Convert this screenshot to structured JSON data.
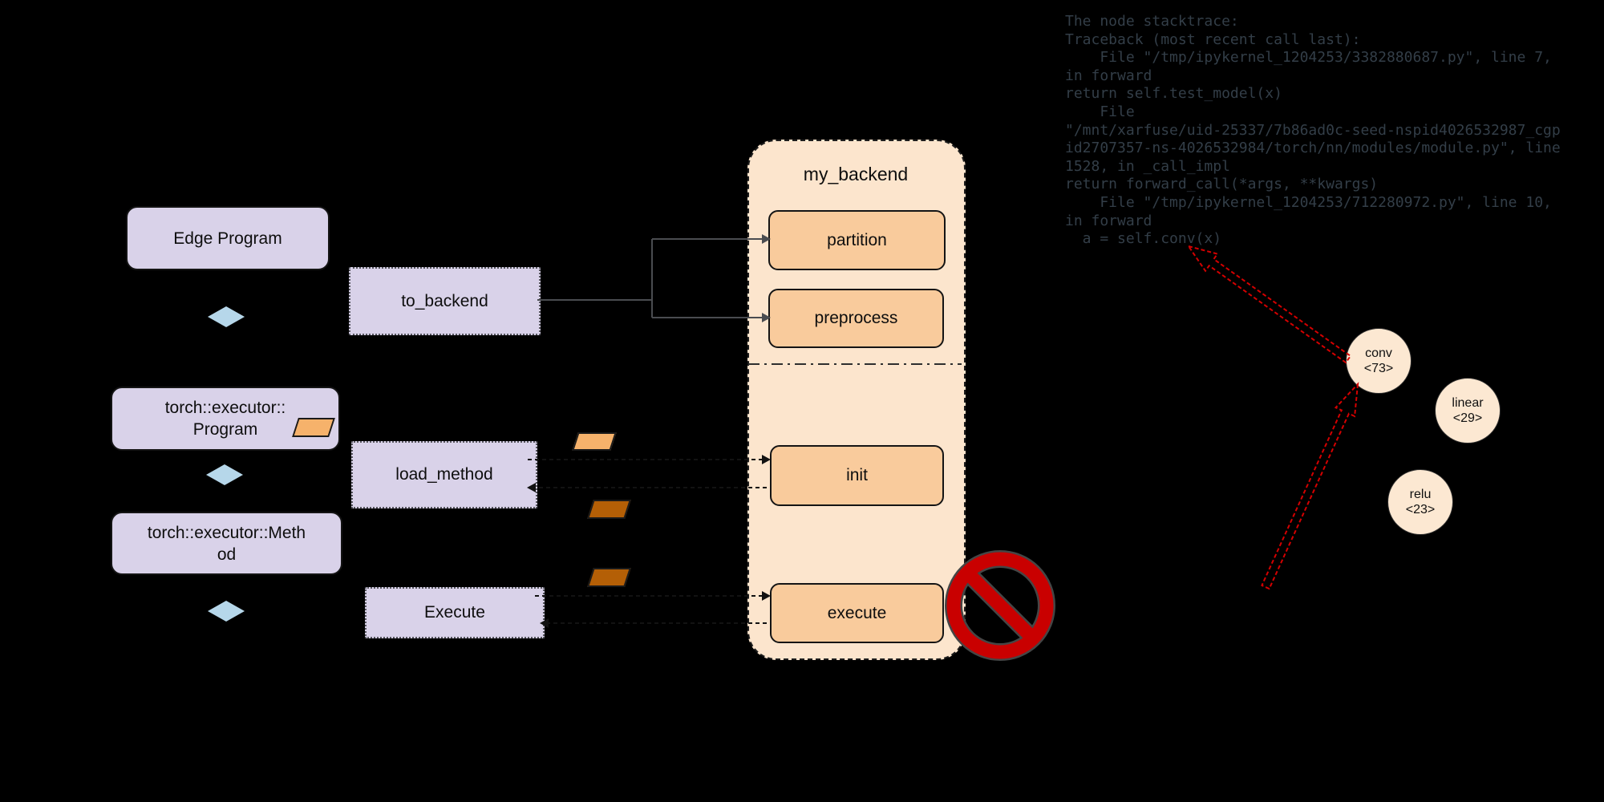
{
  "left_flow": {
    "edge_program": "Edge Program",
    "to_backend": "to_backend",
    "program_line1": "torch::executor::",
    "program_line2": "Program",
    "load_method": "load_method",
    "method_line1": "torch::executor::Meth",
    "method_line2": "od",
    "execute": "Execute"
  },
  "backend": {
    "title": "my_backend",
    "partition": "partition",
    "preprocess": "preprocess",
    "init": "init",
    "execute": "execute"
  },
  "graph_nodes": [
    {
      "name": "conv",
      "id": "<73>"
    },
    {
      "name": "linear",
      "id": "<29>"
    },
    {
      "name": "relu",
      "id": "<23>"
    }
  ],
  "stacktrace": "The node stacktrace:\nTraceback (most recent call last):\n    File \"/tmp/ipykernel_1204253/3382880687.py\", line 7,\nin forward\nreturn self.test_model(x)\n    File\n\"/mnt/xarfuse/uid-25337/7b86ad0c-seed-nspid4026532987_cgp\nid2707357-ns-4026532984/torch/nn/modules/module.py\", line\n1528, in _call_impl\nreturn forward_call(*args, **kwargs)\n    File \"/tmp/ipykernel_1204253/712280972.py\", line 10,\nin forward\n  a = self.conv(x)",
  "colors": {
    "lavender_box": "#d9d2e9",
    "backend_container": "#fce5cd",
    "backend_step_box": "#f9cb9c",
    "light_parallelogram": "#f6b26b",
    "dark_parallelogram": "#b45f06",
    "diamond_blue": "#b6d7ea",
    "node_circle": "#fce8d2",
    "prohibition_red": "#c90000",
    "pointer_arrow_red": "#d40000",
    "stacktrace_text": "#333e48",
    "background": "#000000"
  }
}
